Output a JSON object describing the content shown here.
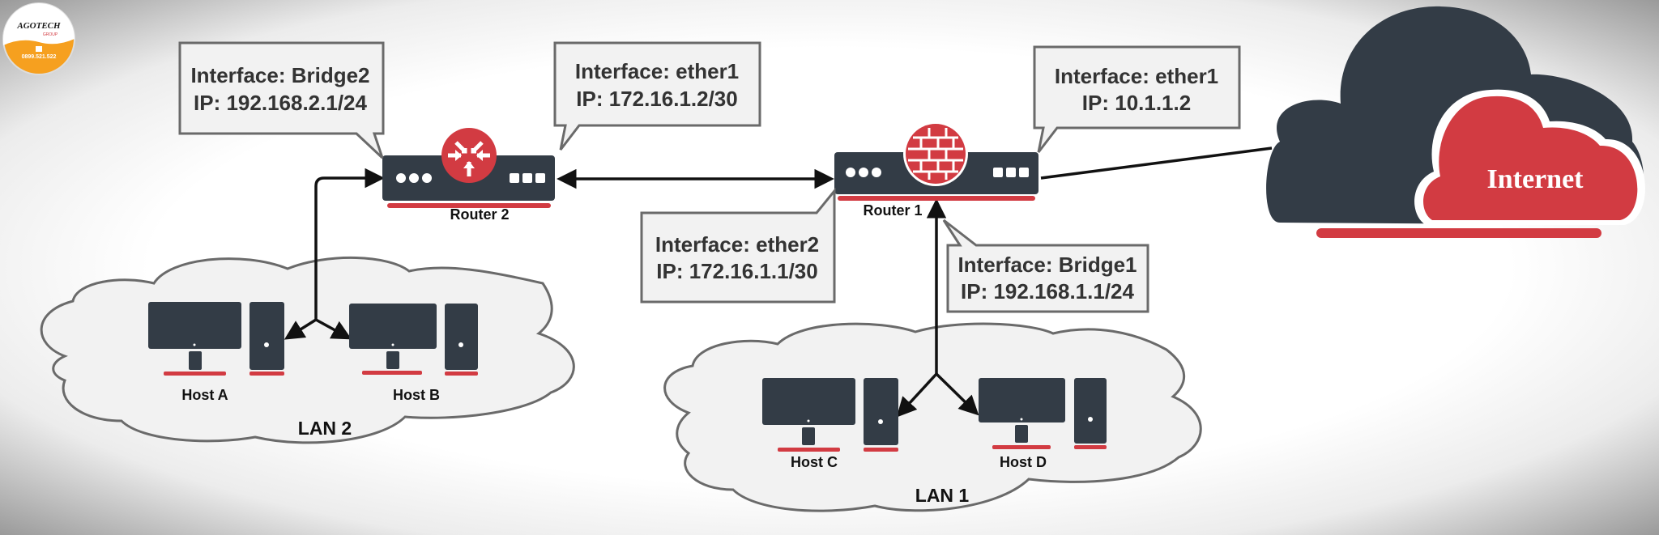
{
  "logo": {
    "brand": "AGOTECH",
    "sub": "GROUP",
    "phone": "0899.521.522"
  },
  "callouts": {
    "router2_bridge2": {
      "line1": "Interface: Bridge2",
      "line2": "IP: 192.168.2.1/24"
    },
    "router2_ether1": {
      "line1": "Interface: ether1",
      "line2": "IP: 172.16.1.2/30"
    },
    "router1_ether2": {
      "line1": "Interface: ether2",
      "line2": "IP: 172.16.1.1/30"
    },
    "router1_ether1": {
      "line1": "Interface: ether1",
      "line2": "IP: 10.1.1.2"
    },
    "router1_bridge1": {
      "line1": "Interface: Bridge1",
      "line2": "IP: 192.168.1.1/24"
    }
  },
  "devices": {
    "router2": "Router 2",
    "router1": "Router 1",
    "host_a": "Host A",
    "host_b": "Host B",
    "host_c": "Host C",
    "host_d": "Host D"
  },
  "lans": {
    "lan2": "LAN 2",
    "lan1": "LAN 1"
  },
  "internet": "Internet",
  "colors": {
    "dark": "#333c46",
    "accent": "#d23b42",
    "cloud_fill": "#f2f2f2",
    "cloud_stroke": "#6a6a6a",
    "logo_orange": "#f6a01f"
  }
}
